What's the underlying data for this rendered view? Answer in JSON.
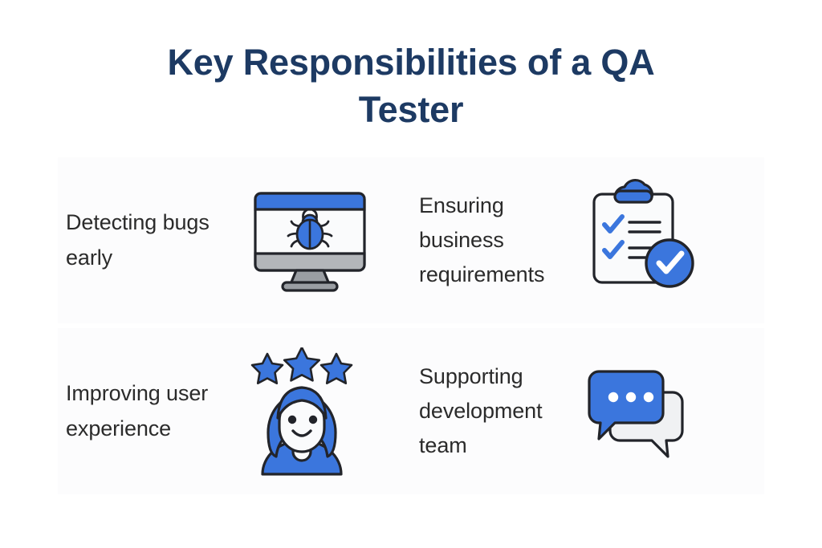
{
  "page": {
    "background_color": "#ffffff",
    "panel_color": "#fcfcfd",
    "title": "Key Responsibilities of a QA Tester",
    "title_color": "#1d3a63",
    "accent_blue": "#3b76dd",
    "text_color": "#2b2b2b",
    "outline_color": "#22242a",
    "gray_light": "#e9eaec",
    "gray_mid": "#b3b6ba",
    "gray_dark": "#9a9ea3",
    "white_fill": "#fafbfc"
  },
  "cards": [
    {
      "id": "detecting-bugs-early",
      "label": "Detecting bugs early",
      "icon_name": "monitor-with-bug-icon",
      "icon_parts": [
        "monitor-screen",
        "blue-title-bar",
        "bug",
        "monitor-stand",
        "monitor-base"
      ]
    },
    {
      "id": "ensuring-business-requirements",
      "label": "Ensuring business requirements",
      "icon_name": "clipboard-checklist-icon",
      "icon_parts": [
        "clipboard",
        "cloud-clip",
        "check-mark-1",
        "check-mark-2",
        "list-line-1",
        "list-line-2",
        "list-line-3",
        "list-line-4",
        "blue-check-badge"
      ]
    },
    {
      "id": "improving-user-experience",
      "label": "Improving user experience",
      "icon_name": "user-rating-icon",
      "icon_parts": [
        "star-1",
        "star-2",
        "star-3",
        "person-hair",
        "person-face",
        "smile",
        "eye-left",
        "eye-right",
        "person-body"
      ]
    },
    {
      "id": "supporting-development-team",
      "label": "Supporting development team",
      "icon_name": "chat-bubbles-icon",
      "icon_parts": [
        "back-bubble",
        "front-bubble",
        "dot-1",
        "dot-2",
        "dot-3"
      ]
    }
  ]
}
